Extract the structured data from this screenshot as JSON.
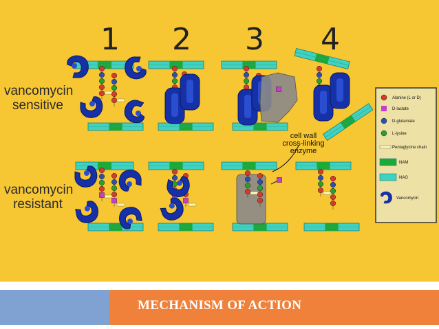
{
  "slide": {
    "title": "MECHANISM OF ACTION",
    "steps": [
      "1",
      "2",
      "3",
      "4"
    ],
    "rows": {
      "sensitive": [
        "vancomycin",
        "sensitive"
      ],
      "resistant": [
        "vancomycin",
        "resistant"
      ]
    },
    "enzyme_label": [
      "cell wall",
      "cross-linking",
      "enzyme"
    ]
  },
  "legend": {
    "items": [
      {
        "label": "Alanine (L or D)",
        "color": "#d83a2a",
        "shape": "circle"
      },
      {
        "label": "D-lactate",
        "color": "#c540c8",
        "shape": "square"
      },
      {
        "label": "D-glutamate",
        "color": "#2d4fb0",
        "shape": "circle"
      },
      {
        "label": "L-lysine",
        "color": "#2aa02a",
        "shape": "circle"
      },
      {
        "label": "Pentaglycine chain",
        "color": "#fff6b0",
        "shape": "bar"
      },
      {
        "label": "NAM",
        "color": "#1da83a",
        "shape": "bar"
      },
      {
        "label": "NAG",
        "color": "#3fd2c0",
        "shape": "bar"
      },
      {
        "label": "Vancomycin",
        "color": "#1630a8",
        "shape": "vanco"
      }
    ]
  },
  "colors": {
    "background": "#f6c633",
    "nag": "#3fd2c0",
    "nam": "#1da83a",
    "vancomycin": "#1630a8",
    "enzyme": "#8a8a8a",
    "footer_left": "#7fa2d3",
    "footer_right": "#f0813b"
  }
}
